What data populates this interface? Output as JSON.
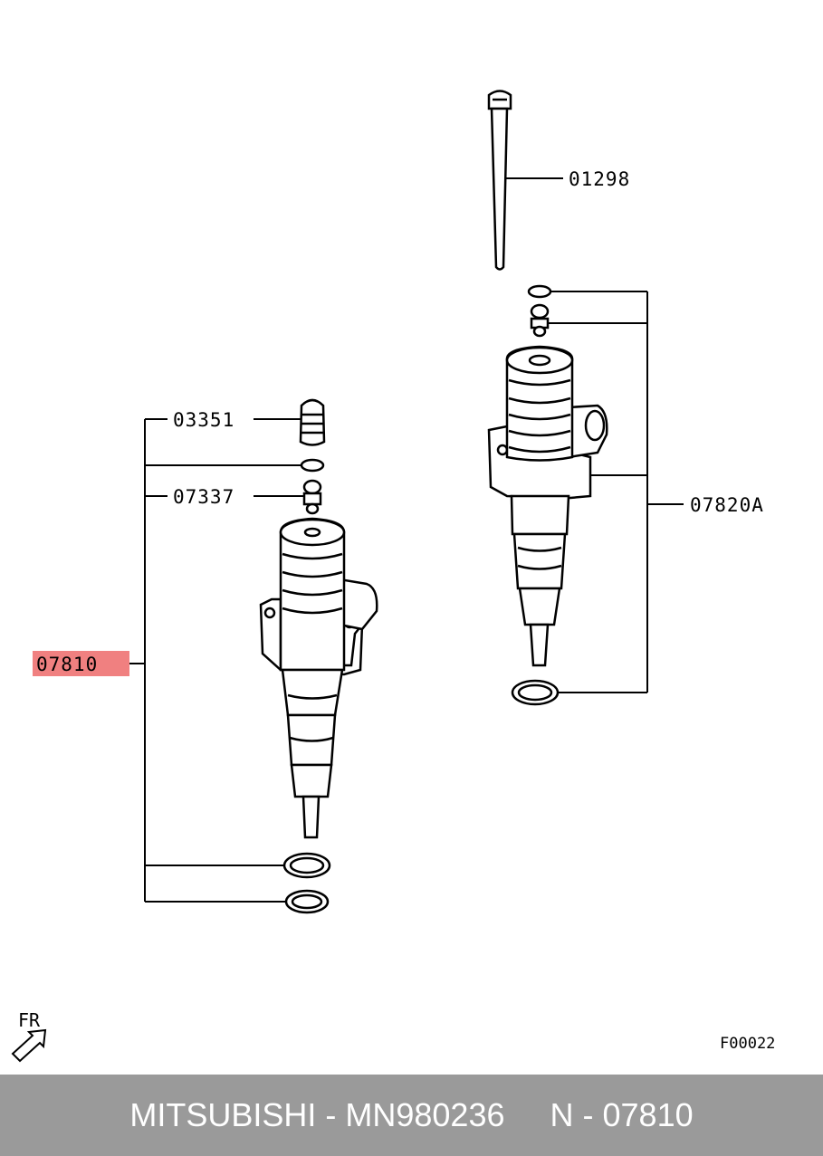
{
  "callouts": {
    "bolt": "01298",
    "injector_kit": "07820A",
    "valve": "03351",
    "seal": "07337",
    "injector_assy": "07810"
  },
  "highlight_color": "#f08080",
  "orientation_label": "FR",
  "figure_code": "F00022",
  "footer": {
    "brand": "MITSUBISHI",
    "separator1": " - ",
    "part_number": "MN980236",
    "gap": "     ",
    "ref_prefix": "N",
    "separator2": " - ",
    "ref_number": "07810"
  },
  "footer_bg": "#9a9a9a"
}
